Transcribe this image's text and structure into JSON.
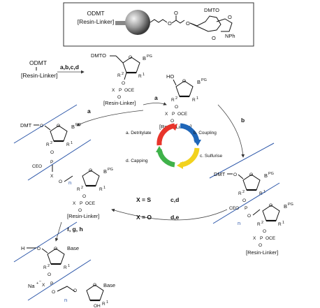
{
  "resin_box": {
    "odmt": "ODMT",
    "resin_linker": "[Resin-Linker]",
    "dmto": "DMTO",
    "nph": "NPh"
  },
  "top_left": {
    "odmt": "ODMT",
    "resin_linker": "[Resin-Linker]",
    "steps": "a,b,c,d"
  },
  "labels": {
    "dmto": "DMTO",
    "dmt_o": "DMT",
    "ho": "HO",
    "h_o": "H",
    "bpg": "B",
    "pg": "PG",
    "r1": "R",
    "r1sup": "1",
    "r2": "R",
    "r2sup": "2",
    "o": "O",
    "x": "X",
    "p": "P",
    "oce": "OCE",
    "ceo": "CEO",
    "resin_linker": "[Resin-Linker]",
    "n": "n",
    "base": "Base",
    "oh": "OH",
    "na": "Na",
    "plus": "+",
    "minus": "–"
  },
  "cycle": {
    "step_a": "a. Detritylate",
    "step_b": "b. Coupling",
    "step_c": "c. Sulfurise",
    "step_d": "d. Capping",
    "arrow_a_top": "a",
    "arrow_a_left": "a",
    "arrow_b": "b",
    "colors": {
      "red": "#e8352b",
      "blue": "#1f66b8",
      "yellow": "#f2d21e",
      "green": "#3fb24a"
    }
  },
  "conditions": {
    "s_label": "X = S",
    "s_steps": "c,d",
    "o_label": "X = O",
    "o_steps": "d,e"
  },
  "final_step": "f, g, h"
}
